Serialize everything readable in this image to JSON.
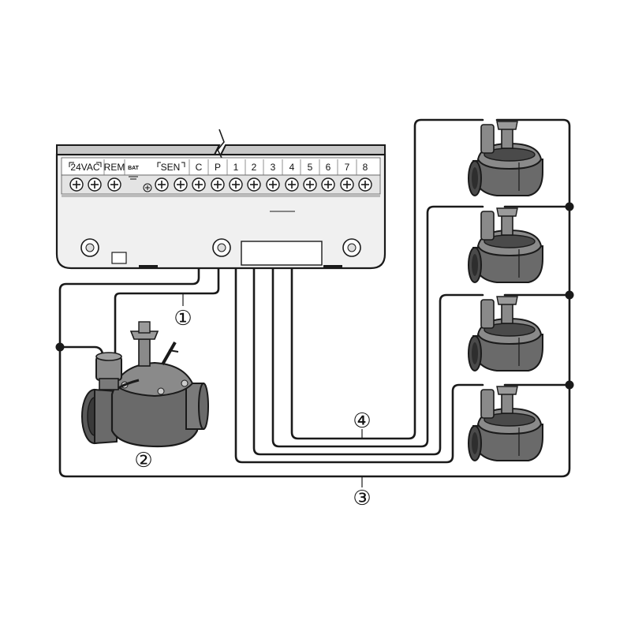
{
  "controller": {
    "terminal_labels": [
      "24VAC",
      "REM",
      "BAT",
      "SEN",
      "C",
      "P",
      "1",
      "2",
      "3",
      "4",
      "5",
      "6",
      "7",
      "8"
    ]
  },
  "callouts": {
    "common_wire": "①",
    "master_valve": "②",
    "common_loop": "③",
    "station_wires": "④"
  },
  "colors": {
    "wire": "#1a1a1a",
    "controller_body": "#f0f0f0",
    "controller_top": "#c8c8c8",
    "valve_body": "#6a6a6a",
    "valve_dark": "#4a4a4a",
    "valve_light": "#8a8a8a"
  },
  "icons": {
    "screw_terminal": "screw-terminal-icon",
    "zone_valve": "solenoid-valve-icon",
    "master_valve": "master-valve-icon"
  }
}
